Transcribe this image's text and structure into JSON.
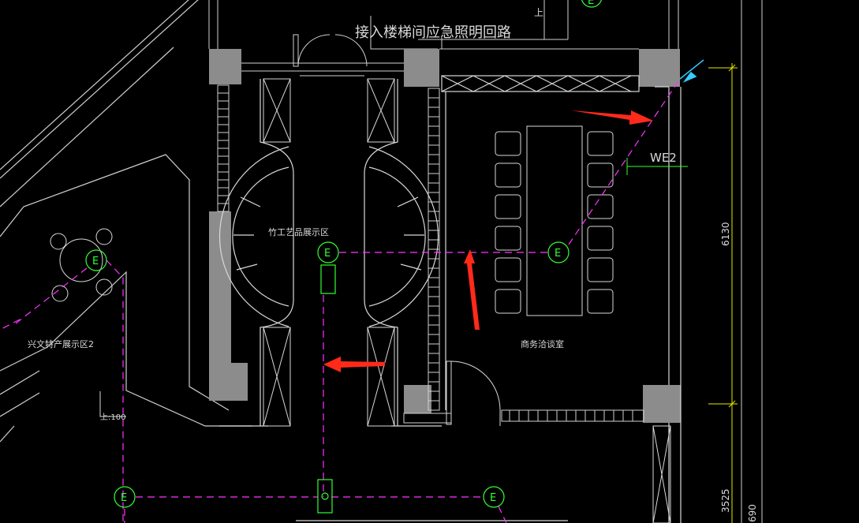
{
  "labels": {
    "stair_note": "接入楼梯间应急照明回路",
    "bamboo_area": "竹工艺品展示区",
    "meeting_room": "商务洽谈室",
    "specialty_area": "兴文特产展示区2",
    "circuit": "WE2",
    "level_mark": "上:100",
    "stair_up": "上",
    "dim_6130": "6130",
    "dim_3525": "3525",
    "dim_690": "690"
  },
  "fixtures": [
    {
      "label": "E"
    },
    {
      "label": "E"
    },
    {
      "label": "E"
    },
    {
      "label": "E"
    },
    {
      "label": "E"
    },
    {
      "label": "E"
    }
  ],
  "colors": {
    "wall": "#e6e6e6",
    "column": "#8c8c8c",
    "circuit": "#ff33ff",
    "fixture": "#33ff33",
    "arrow": "#ff2a1a",
    "dimension": "#e6e600",
    "cyan": "#33ccff"
  }
}
